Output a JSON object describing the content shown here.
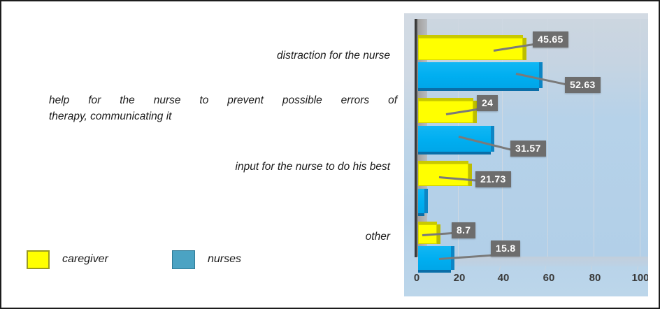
{
  "legend": {
    "items": [
      {
        "label": "caregiver",
        "color": "#FFFF00",
        "swatch": "caregiver-swatch"
      },
      {
        "label": "nurses",
        "color": "#4BA3C3",
        "swatch": "nurses-swatch"
      }
    ]
  },
  "category_labels": {
    "cat0": "distraction for the nurse",
    "cat1_line1": "help for the nurse to prevent possible errors of",
    "cat1_line2": "therapy, communicating it",
    "cat2": "input for the nurse to do his best",
    "cat3": "other"
  },
  "axis": {
    "ticks": [
      "0",
      "20",
      "40",
      "60",
      "80",
      "100"
    ]
  },
  "values": {
    "d0_caregiver": "45.65",
    "d0_nurses": "52.63",
    "d1_caregiver": "24",
    "d1_nurses": "31.57",
    "d2_caregiver": "21.73",
    "d3_caregiver": "8.7",
    "d3_nurses": "15.8"
  },
  "chart_data": {
    "type": "bar",
    "orientation": "horizontal",
    "title": "",
    "xlabel": "",
    "ylabel": "",
    "xlim": [
      0,
      100
    ],
    "xticks": [
      0,
      20,
      40,
      60,
      80,
      100
    ],
    "grid": true,
    "legend_position": "outside-bottom-left",
    "categories": [
      "distraction for the nurse",
      "help for the nurse to prevent possible errors of therapy, communicating it",
      "input for the nurse to do his best",
      "other"
    ],
    "series": [
      {
        "name": "caregiver",
        "color": "#FFFF00",
        "values": [
          45.65,
          24,
          21.73,
          8.7
        ]
      },
      {
        "name": "nurses",
        "color": "#00B0F0",
        "values": [
          52.63,
          31.57,
          3,
          15.8
        ]
      }
    ],
    "data_labels": [
      "45.65",
      "52.63",
      "24",
      "31.57",
      "21.73",
      "8.7",
      "15.8"
    ],
    "notes": "3D perspective bar chart; the 'nurses' bar for 'input for the nurse to do his best' is very small and unlabeled"
  }
}
